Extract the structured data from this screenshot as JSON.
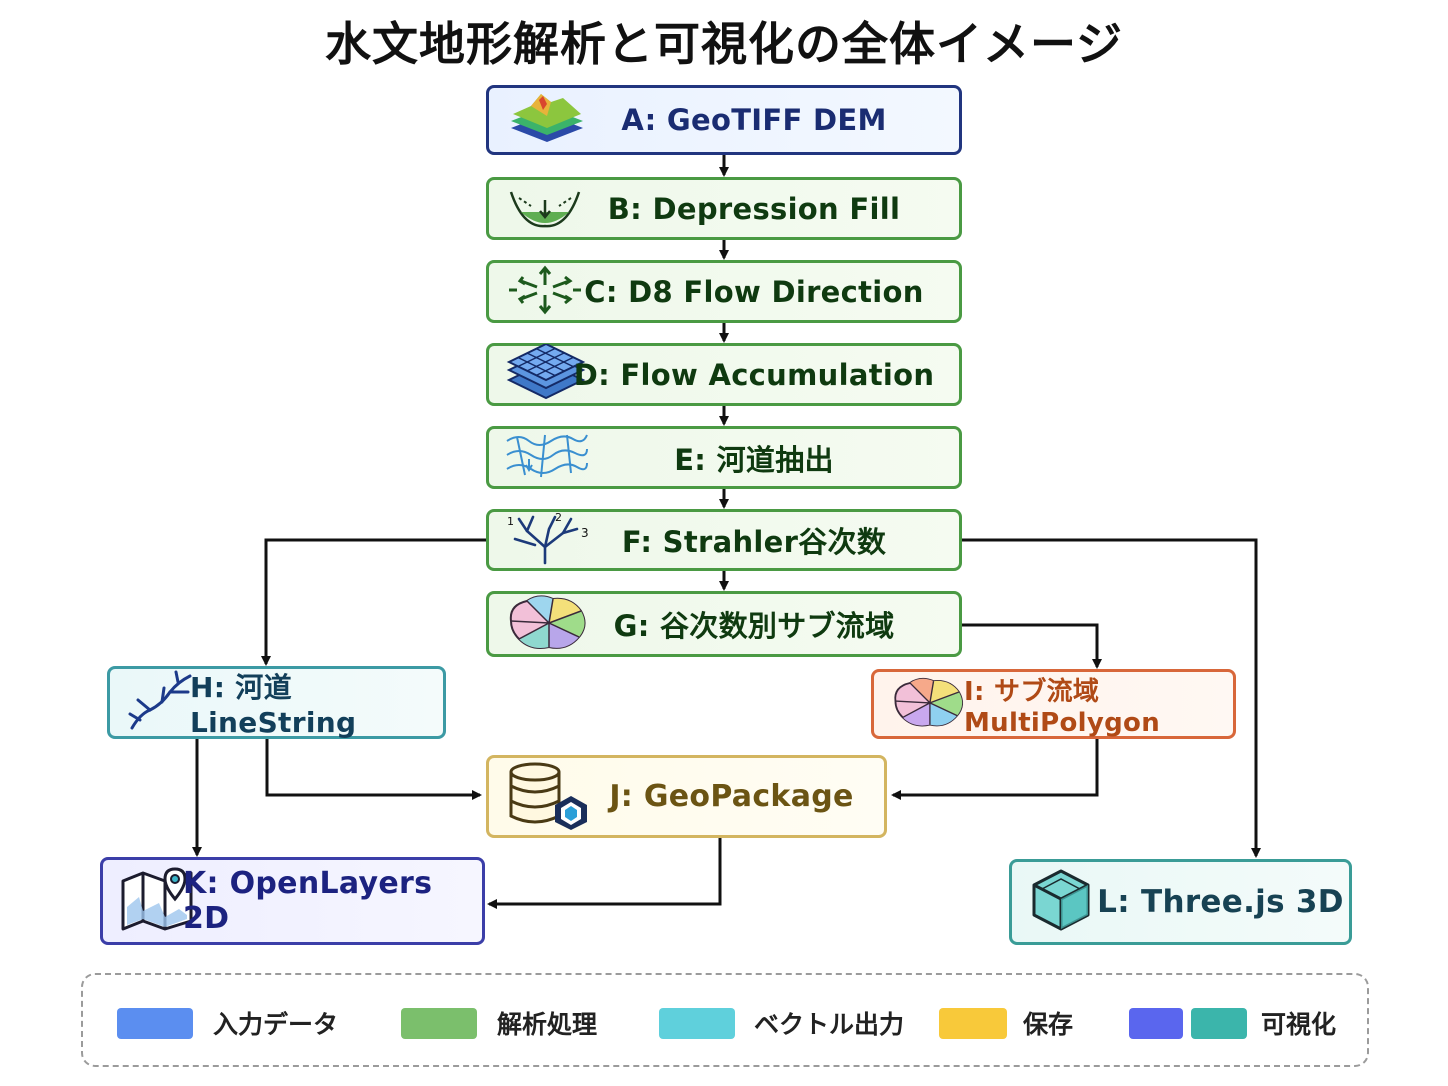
{
  "title": "水文地形解析と可視化の全体イメージ",
  "nodes": {
    "A": "A: GeoTIFF DEM",
    "B": "B: Depression Fill",
    "C": "C: D8 Flow Direction",
    "D": "D: Flow Accumulation",
    "E": "E: 河道抽出",
    "F": "F: Strahler谷次数",
    "G": "G: 谷次数別サブ流域",
    "H": "H: 河道LineString",
    "I": "I: サブ流域MultiPolygon",
    "J": "J: GeoPackage",
    "K": "K: OpenLayers 2D",
    "L": "L: Three.js 3D"
  },
  "icons": {
    "A": "dem-layers-icon",
    "B": "depression-fill-icon",
    "C": "d8-arrows-icon",
    "D": "grid-layers-icon",
    "E": "channel-network-icon",
    "F": "strahler-tree-icon",
    "G": "subbasin-map-icon",
    "H": "river-line-icon",
    "I": "subbasin-polygon-icon",
    "J": "database-icon",
    "K": "map-pin-icon",
    "L": "cube-icon"
  },
  "strahler_orders": [
    "1",
    "2",
    "3"
  ],
  "edges": [
    [
      "A",
      "B"
    ],
    [
      "B",
      "C"
    ],
    [
      "C",
      "D"
    ],
    [
      "D",
      "E"
    ],
    [
      "E",
      "F"
    ],
    [
      "F",
      "G"
    ],
    [
      "F",
      "H"
    ],
    [
      "F",
      "L"
    ],
    [
      "G",
      "I"
    ],
    [
      "H",
      "J"
    ],
    [
      "H",
      "K"
    ],
    [
      "I",
      "J"
    ],
    [
      "J",
      "K"
    ]
  ],
  "legend": [
    {
      "label": "入力データ",
      "colors": [
        "#5b8ef0"
      ]
    },
    {
      "label": "解析処理",
      "colors": [
        "#7bbf6c"
      ]
    },
    {
      "label": "ベクトル出力",
      "colors": [
        "#5fd0dc"
      ]
    },
    {
      "label": "保存",
      "colors": [
        "#f8c93a"
      ]
    },
    {
      "label": "可視化",
      "colors": [
        "#5a66ee",
        "#3bb5ab"
      ]
    }
  ],
  "colors": {
    "input": "#21357f",
    "analysis": "#4a9a43",
    "vector": "#3c9aa4",
    "polygon": "#d8673a",
    "storage": "#d3b560",
    "view2d": "#3b3ea8",
    "view3d": "#3a9c97"
  }
}
